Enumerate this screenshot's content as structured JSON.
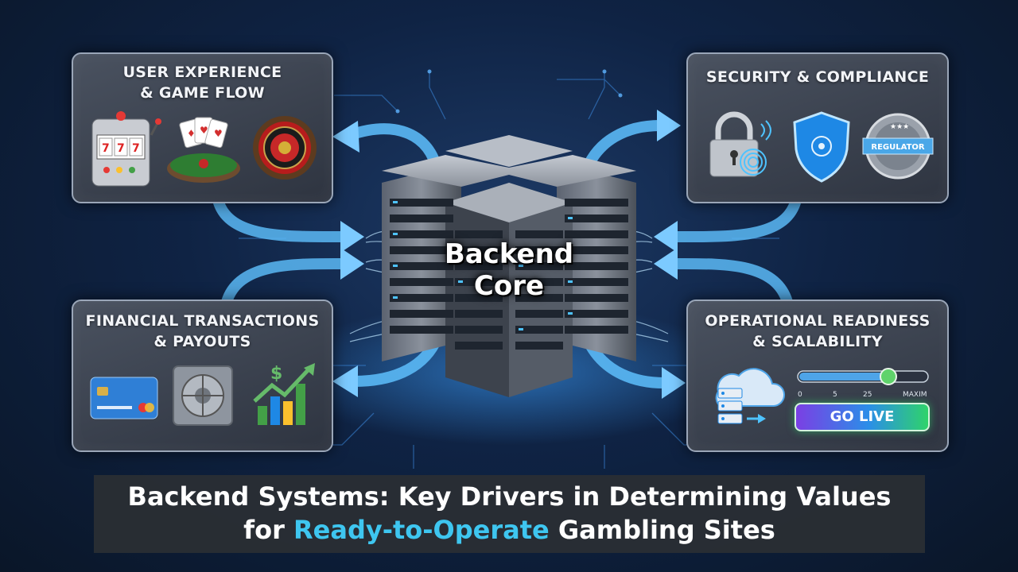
{
  "core": {
    "line1": "Backend",
    "line2": "Core"
  },
  "panels": {
    "user_experience": {
      "line1": "USER EXPERIENCE",
      "line2": "& GAME FLOW"
    },
    "security": {
      "line1": "SECURITY & COMPLIANCE",
      "badge": "REGULATOR"
    },
    "financial": {
      "line1": "FINANCIAL TRANSACTIONS",
      "line2": "& PAYOUTS",
      "dollar": "$"
    },
    "operational": {
      "line1": "OPERATIONAL READINESS",
      "line2": "& SCALABILITY",
      "slider_ticks": [
        "0",
        "5",
        "25",
        "MAXIM"
      ],
      "slider_level": 0.7,
      "button": "GO LIVE"
    }
  },
  "caption": {
    "line1": "Backend Systems: Key Drivers in Determining Values",
    "line2_prefix": "for ",
    "line2_highlight": "Ready-to-Operate",
    "line2_suffix": " Gambling Sites"
  },
  "colors": {
    "accent_blue": "#3ec6f0",
    "arrow_blue": "#5ab8f5",
    "go_live_start": "#7b3fe4",
    "go_live_end": "#2fd36a"
  },
  "icons": [
    "slot-machine-icon",
    "poker-table-icon",
    "roulette-wheel-icon",
    "padlock-icon",
    "fingerprint-icon",
    "shield-icon",
    "regulator-badge-icon",
    "credit-card-icon",
    "vault-icon",
    "growth-chart-icon",
    "cloud-server-icon",
    "slider-control",
    "go-live-button"
  ]
}
